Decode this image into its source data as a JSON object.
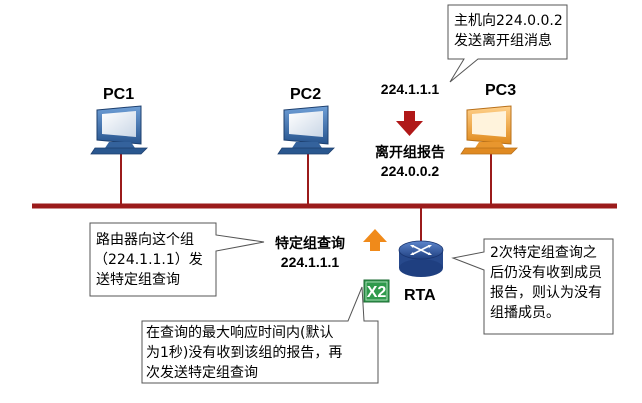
{
  "nodes": {
    "pc1": {
      "label": "PC1"
    },
    "pc2": {
      "label": "PC2"
    },
    "pc3": {
      "label": "PC3"
    },
    "router": {
      "label": "RTA"
    }
  },
  "messages": {
    "leave_group": {
      "group_addr": "224.1.1.1",
      "title": "离开组报告",
      "dest": "224.0.0.2"
    },
    "specific_query": {
      "title": "特定组查询",
      "group": "224.1.1.1"
    },
    "retransmit_badge": "X2"
  },
  "callouts": {
    "pc3_leave": {
      "lines": [
        "主机向224.0.0.2",
        "发送离开组消息"
      ]
    },
    "router_sends": {
      "lines": [
        "路由器向这个组",
        "（224.1.1.1）发",
        "送特定组查询"
      ]
    },
    "retry": {
      "lines": [
        "在查询的最大响应时间内(默认",
        "为1秒)没有收到该组的报告，再",
        "次发送特定组查询"
      ]
    },
    "no_members": {
      "lines": [
        "2次特定组查询之",
        "后仍没有收到成员",
        "报告，则认为没有",
        "组播成员。"
      ]
    }
  },
  "colors": {
    "bus": "#9b1b1b",
    "leave_arrow": "#b01818",
    "query_arrow": "#f08a1a",
    "pc_blue": "#2c63a8",
    "pc3_orange": "#f0a23a",
    "router_blue": "#3f69b3",
    "badge_green": "#2f9a4c",
    "callout_border": "#555555"
  }
}
